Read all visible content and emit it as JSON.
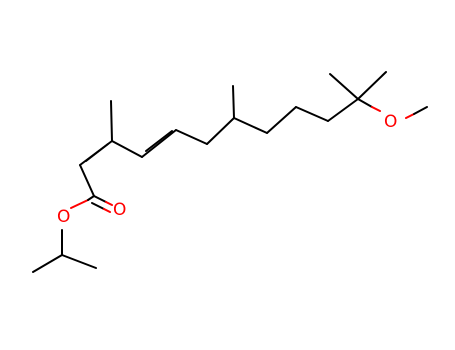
{
  "molecule": {
    "atoms": {
      "ester_carbonyl_oxygen": "O",
      "ester_ether_oxygen": "O",
      "methoxy_oxygen": "O"
    },
    "colors": {
      "bond": "#000000",
      "oxygen": "#ff0000",
      "background": "#ffffff"
    }
  }
}
